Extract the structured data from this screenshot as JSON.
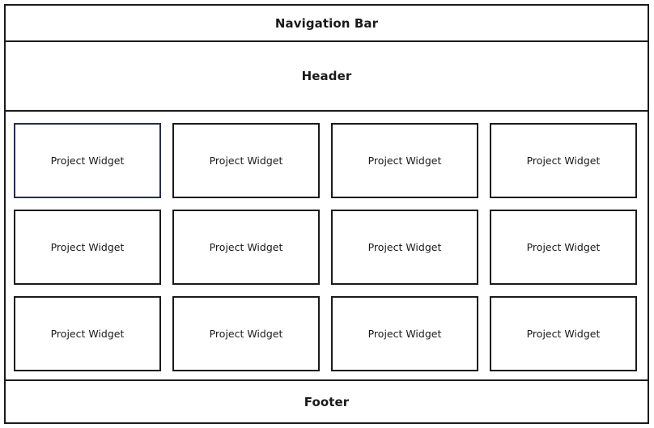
{
  "colors": {
    "border_default": "#1a1a1a",
    "border_selected": "#22304d",
    "background": "#ffffff",
    "text": "#1a1a1a"
  },
  "nav_bar": {
    "label": "Navigation Bar"
  },
  "header": {
    "label": "Header"
  },
  "content": {
    "columns": 4,
    "rows": 3,
    "widgets": [
      {
        "label": "Project Widget",
        "selected": true
      },
      {
        "label": "Project Widget",
        "selected": false
      },
      {
        "label": "Project Widget",
        "selected": false
      },
      {
        "label": "Project Widget",
        "selected": false
      },
      {
        "label": "Project Widget",
        "selected": false
      },
      {
        "label": "Project Widget",
        "selected": false
      },
      {
        "label": "Project Widget",
        "selected": false
      },
      {
        "label": "Project Widget",
        "selected": false
      },
      {
        "label": "Project Widget",
        "selected": false
      },
      {
        "label": "Project Widget",
        "selected": false
      },
      {
        "label": "Project Widget",
        "selected": false
      },
      {
        "label": "Project Widget",
        "selected": false
      }
    ]
  },
  "footer": {
    "label": "Footer"
  }
}
